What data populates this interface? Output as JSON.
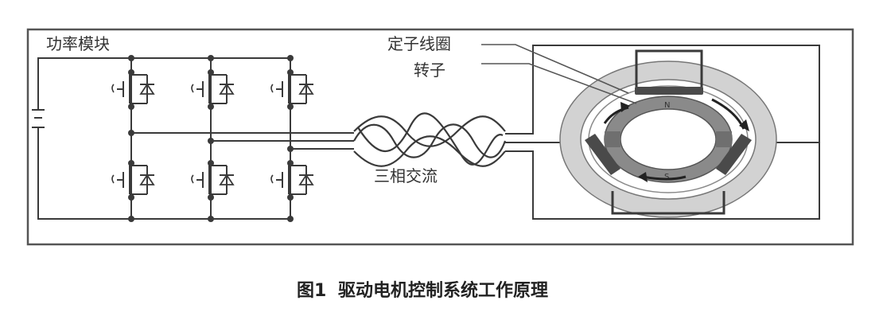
{
  "labels": {
    "power_module": "功率模块",
    "stator_coil": "定子线圈",
    "rotor": "转子",
    "three_phase_ac": "三相交流",
    "rotor_pole_n": "N",
    "rotor_pole_s": "S"
  },
  "caption": {
    "number": "图1",
    "text": "驱动电机控制系统工作原理"
  },
  "colors": {
    "line": "#3a3a3a",
    "ring_outer": "#d2d2d2",
    "ring_rotor": "#8a8a8a",
    "rotor_band": "#6f6f6f",
    "frame": "#555555"
  }
}
